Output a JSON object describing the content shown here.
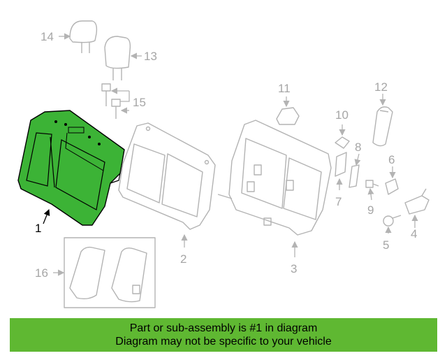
{
  "diagram": {
    "highlighted_part": "1",
    "labels": [
      "1",
      "2",
      "3",
      "4",
      "5",
      "6",
      "7",
      "8",
      "9",
      "10",
      "11",
      "12",
      "13",
      "14",
      "15",
      "16"
    ],
    "colors": {
      "highlight": "#3cb336",
      "outline": "#b3b3b3",
      "banner": "#5fb832"
    }
  },
  "banner": {
    "line1": "Part or sub-assembly is #1 in diagram",
    "line2": "Diagram may not be specific to your vehicle"
  }
}
